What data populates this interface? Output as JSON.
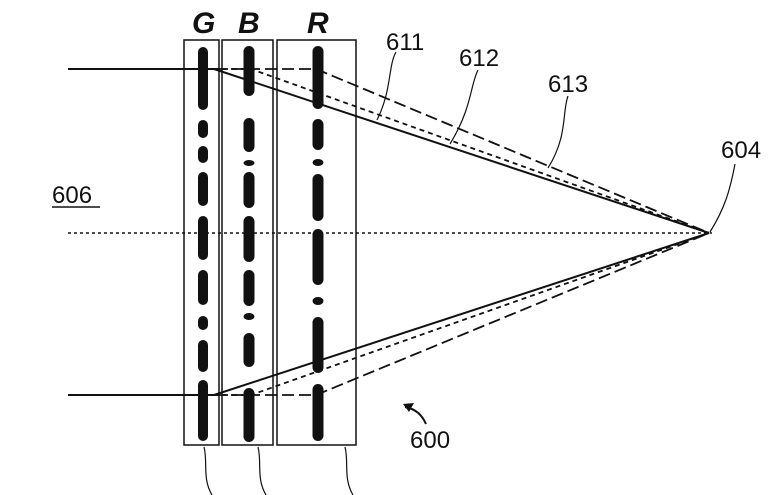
{
  "diagram": {
    "layers": [
      {
        "id": "green",
        "label": "G"
      },
      {
        "id": "blue",
        "label": "B"
      },
      {
        "id": "red",
        "label": "R"
      }
    ],
    "reference_labels": {
      "ray_611": "611",
      "ray_612": "612",
      "ray_613": "613",
      "focal_point": "604",
      "optical_axis": "606",
      "assembly": "600"
    },
    "line_color": "#111111"
  }
}
